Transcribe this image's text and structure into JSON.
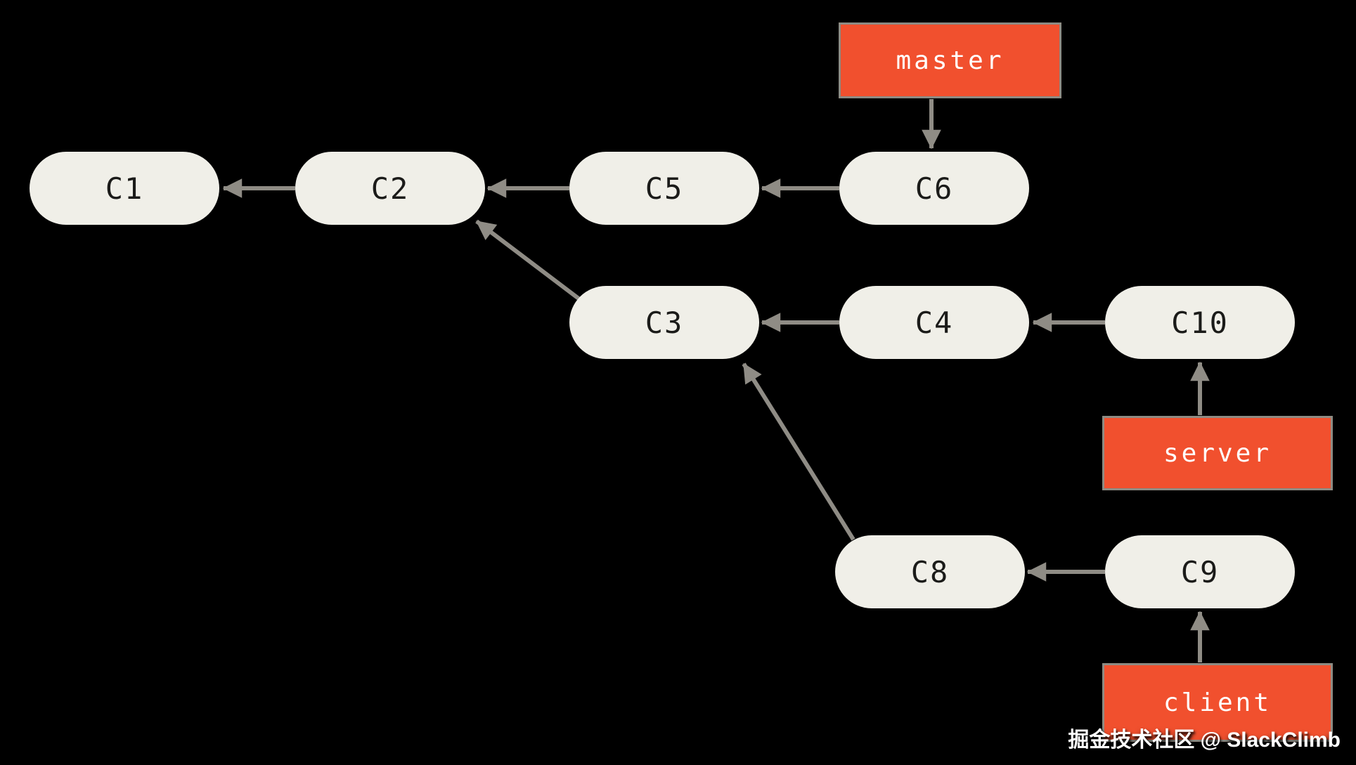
{
  "nodes": {
    "c1": "C1",
    "c2": "C2",
    "c3": "C3",
    "c4": "C4",
    "c5": "C5",
    "c6": "C6",
    "c8": "C8",
    "c9": "C9",
    "c10": "C10"
  },
  "branches": {
    "master": "master",
    "server": "server",
    "client": "client"
  },
  "edges": [
    {
      "from": "C2",
      "to": "C1"
    },
    {
      "from": "C5",
      "to": "C2"
    },
    {
      "from": "C6",
      "to": "C5"
    },
    {
      "from": "master",
      "to": "C6"
    },
    {
      "from": "C3",
      "to": "C2"
    },
    {
      "from": "C4",
      "to": "C3"
    },
    {
      "from": "C10",
      "to": "C4"
    },
    {
      "from": "server",
      "to": "C10"
    },
    {
      "from": "C8",
      "to": "C3"
    },
    {
      "from": "C9",
      "to": "C8"
    },
    {
      "from": "client",
      "to": "C9"
    }
  ],
  "watermark": "掘金技术社区 @ SlackClimb",
  "colors": {
    "background": "#000000",
    "node_fill": "#F0EFE8",
    "node_text": "#1B1B19",
    "branch_fill": "#F1502E",
    "branch_text": "#FFFFFF",
    "box_border": "#8E8B83",
    "arrow": "#8F8C85"
  }
}
